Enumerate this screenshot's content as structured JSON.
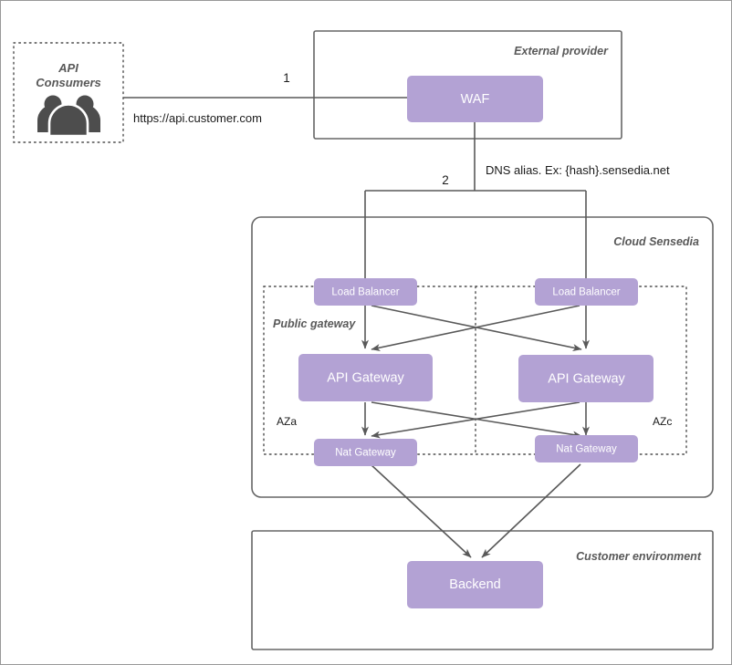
{
  "diagram": {
    "title": "API request flow through WAF to Cloud Sensedia and Customer environment",
    "colors": {
      "node_fill": "#b3a2d4",
      "node_text": "#ffffff",
      "container_border": "#666666",
      "dotted_border": "#4d4d4d",
      "edge": "#595959",
      "group_label": "#595959",
      "icon": "#4d4d4d",
      "page_border": "#999999",
      "background": "#ffffff"
    },
    "consumers": {
      "title_line1": "API",
      "title_line2": "Consumers",
      "icon": "users-group-icon"
    },
    "groups": {
      "external_provider": "External provider",
      "cloud_sensedia": "Cloud Sensedia",
      "public_gateway": "Public gateway",
      "customer_environment": "Customer environment"
    },
    "zones": {
      "left": "AZa",
      "right": "AZc"
    },
    "nodes": {
      "waf": "WAF",
      "load_balancer_left": "Load Balancer",
      "load_balancer_right": "Load Balancer",
      "api_gateway_left": "API Gateway",
      "api_gateway_right": "API Gateway",
      "nat_gateway_left": "Nat Gateway",
      "nat_gateway_right": "Nat Gateway",
      "backend": "Backend"
    },
    "edges": {
      "step_one": "1",
      "step_two": "2",
      "consumer_url": "https://api.customer.com",
      "dns_alias": "DNS alias. Ex: {hash}.sensedia.net"
    }
  }
}
